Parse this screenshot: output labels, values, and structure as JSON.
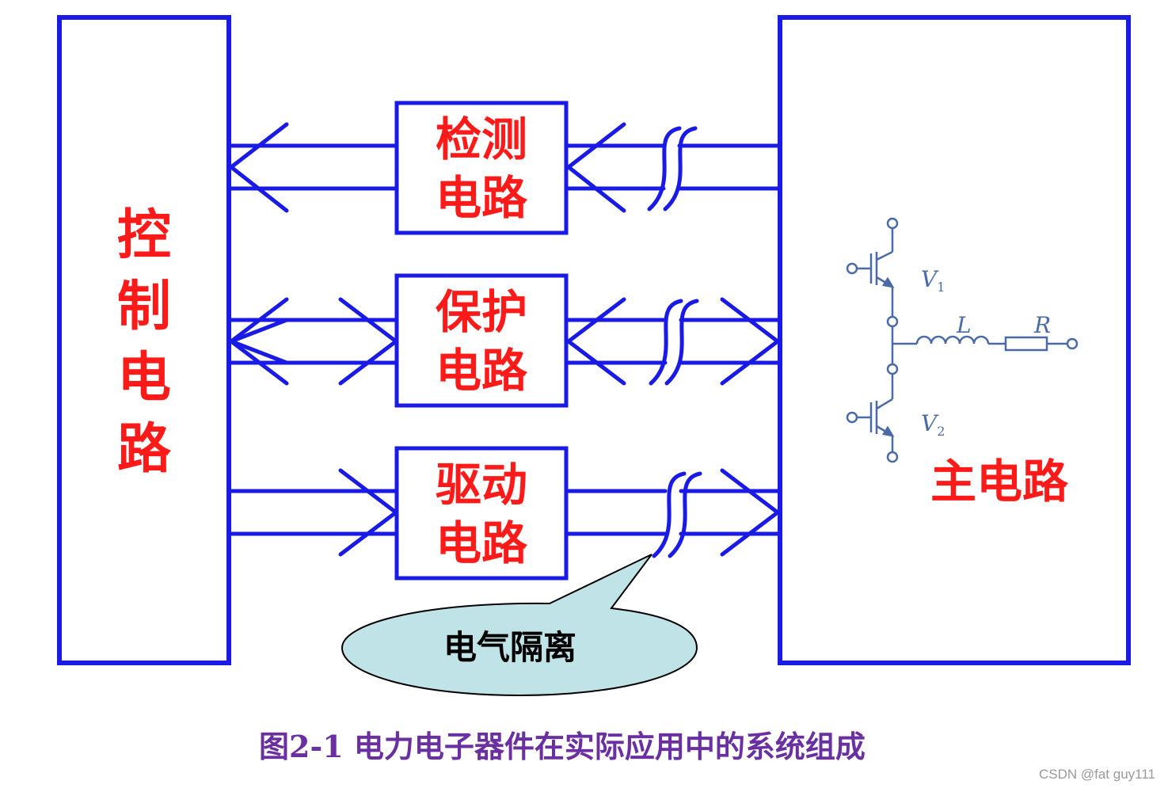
{
  "colors": {
    "line": "#1a1ae6",
    "label": "#ff1a1a",
    "bubble_fill": "#bfe3e6",
    "caption": "#6a2fa0"
  },
  "blocks": {
    "control": {
      "label_chars": [
        "控",
        "制",
        "电",
        "路"
      ]
    },
    "detect": {
      "line1": "检测",
      "line2": "电路"
    },
    "protect": {
      "line1": "保护",
      "line2": "电路"
    },
    "drive": {
      "line1": "驱动",
      "line2": "电路"
    },
    "main": {
      "label": "主电路"
    }
  },
  "circuit": {
    "v1_main": "V",
    "v1_sub": "1",
    "v2_main": "V",
    "v2_sub": "2",
    "inductor": "L",
    "resistor": "R"
  },
  "callout": {
    "text": "电气隔离"
  },
  "caption": "图2-1  电力电子器件在实际应用中的系统组成",
  "watermark": "CSDN @fat guy111",
  "icons": [
    "inductor-icon",
    "resistor-icon",
    "igbt-icon",
    "isolation-icon"
  ]
}
